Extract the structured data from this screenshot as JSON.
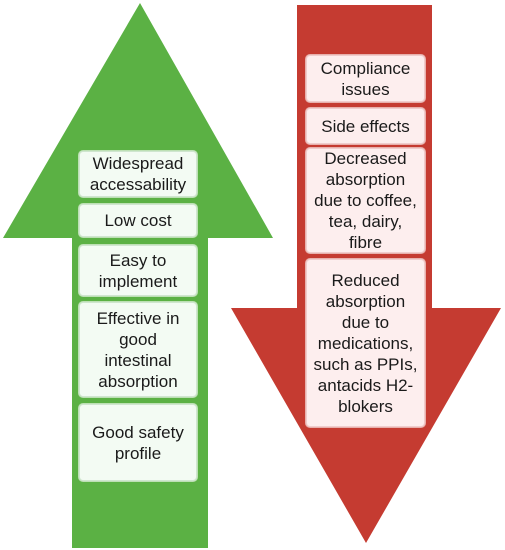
{
  "colors": {
    "advantages_arrow": "#5bb144",
    "advantages_box": "#f3fbf3",
    "disadvantages_arrow": "#c53b31",
    "disadvantages_box": "#fdeeee",
    "text": "#1a1a1a"
  },
  "advantages": [
    "Widespread accessability",
    "Low cost",
    "Easy to implement",
    "Effective in good intestinal absorption",
    "Good safety profile"
  ],
  "disadvantages": [
    "Compliance issues",
    "Side effects",
    "Decreased absorption due to coffee, tea, dairy, fibre",
    "Reduced absorption due to medications, such as PPIs, antacids H2-blokers"
  ]
}
